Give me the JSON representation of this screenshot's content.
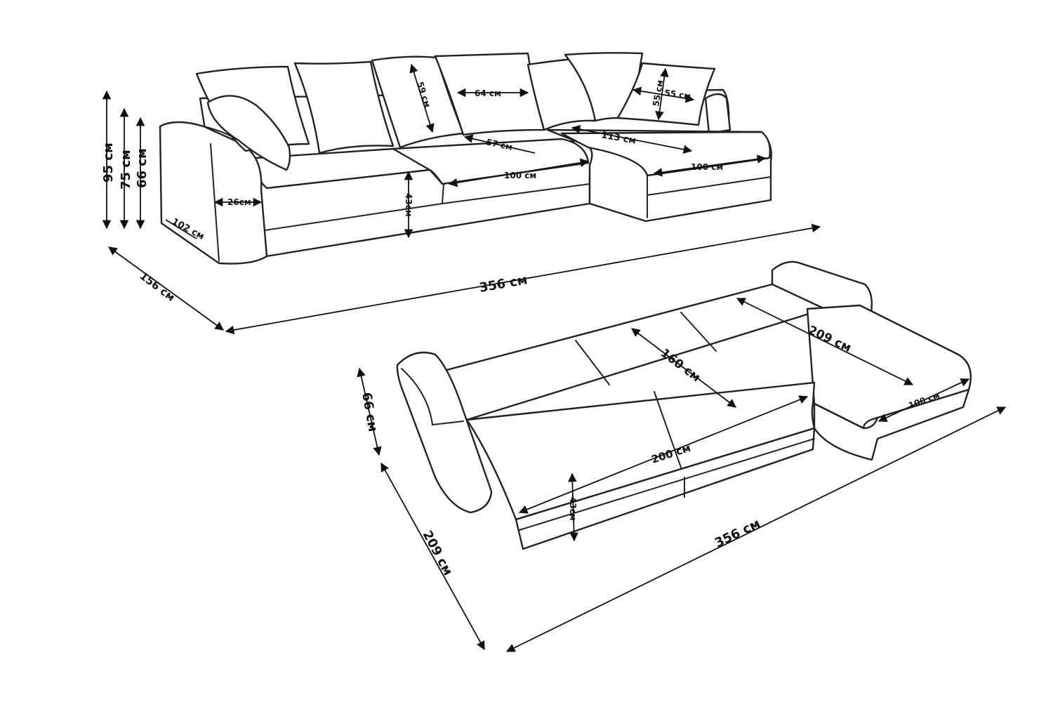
{
  "colors": {
    "line": "#222222",
    "background": "#ffffff",
    "text": "#111111"
  },
  "upper_view": {
    "height_total": "95 см",
    "height_back": "75 см",
    "height_arm": "66 см",
    "depth": "156 см",
    "arm_depth": "102 см",
    "arm_width": "26см",
    "seat_height": "43см",
    "seat_width_left": "100 см",
    "seat_width_right": "100 см",
    "seat_depth": "57 см",
    "chaise_depth": "113 см",
    "pillow_width": "64 см",
    "pillow_height": "59 см",
    "small_pillow_width": "55 см",
    "small_pillow_height": "55 см",
    "total_length": "356 см"
  },
  "lower_view": {
    "height_arm": "66 см",
    "depth": "209 см",
    "bed_width": "160 см",
    "bed_length": "200 см",
    "chaise_length": "209 см",
    "chaise_width": "100 см",
    "seat_height": "43см",
    "total_length": "356 см"
  }
}
